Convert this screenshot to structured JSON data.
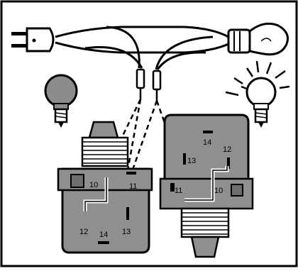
{
  "colors": {
    "background": "#ffffff",
    "frame": "#000000",
    "relay_body": "#8f8f8f",
    "relay_dark": "#6e6e6e",
    "wire": "#111111",
    "bulb_off": "#8c8c8c",
    "bulb_on": "#ffffff"
  },
  "icons": {
    "plug": "plug-icon",
    "bulb_lit": "lit-bulb-icon",
    "bulb_unlit": "unlit-bulb-icon"
  },
  "relay_left": {
    "terminals": {
      "t10": "10",
      "t11": "11",
      "t12": "12",
      "t13": "13",
      "t14": "14"
    }
  },
  "relay_right": {
    "terminals": {
      "t10": "10",
      "t11": "11",
      "t12": "12",
      "t13": "13",
      "t14": "14"
    }
  }
}
